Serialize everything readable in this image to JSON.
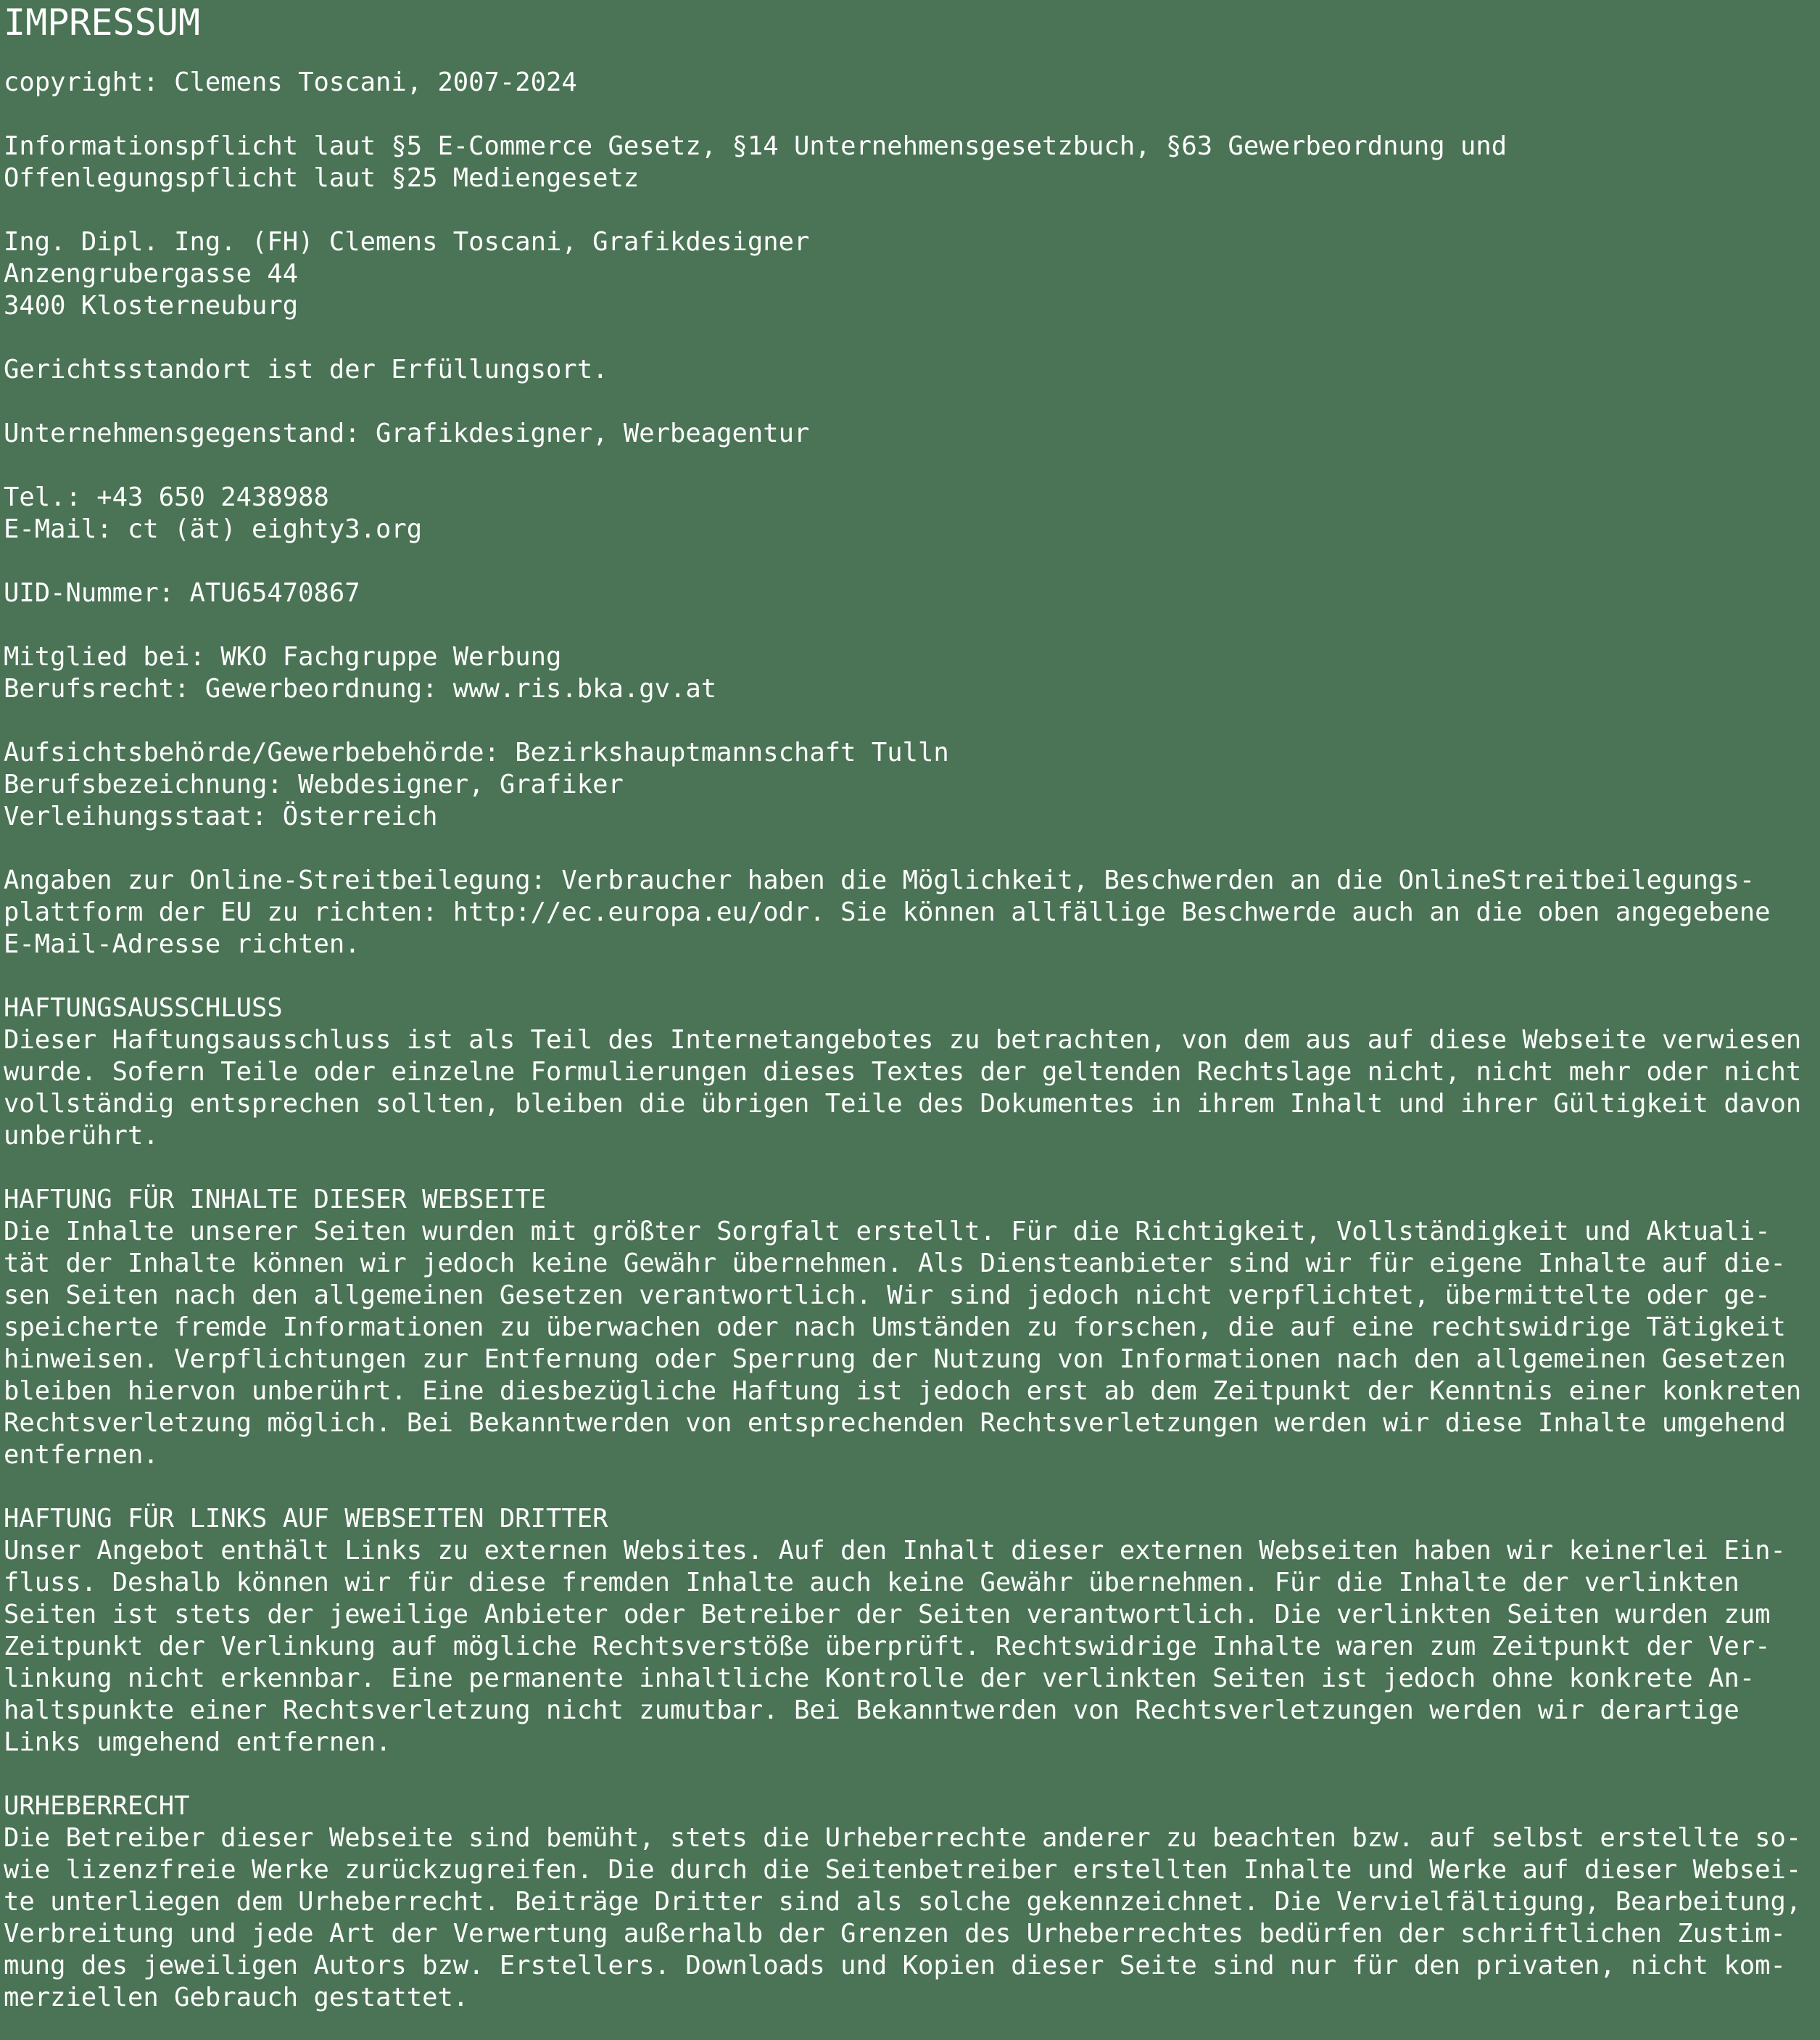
{
  "page": {
    "title": "IMPRESSUM",
    "background_color": "#4a7455",
    "text_color": "#ffffff"
  },
  "sections": [
    {
      "id": "copyright",
      "lines": [
        "copyright: Clemens Toscani, 2007-2024"
      ]
    },
    {
      "id": "legal-basis",
      "lines": [
        "Informationspflicht laut §5 E-Commerce Gesetz, §14 Unternehmensgesetzbuch, §63 Gewerbeordnung und",
        "Offenlegungspflicht laut §25 Mediengesetz"
      ]
    },
    {
      "id": "owner-address",
      "lines": [
        "Ing. Dipl. Ing. (FH) Clemens Toscani, Grafikdesigner",
        "Anzengrubergasse 44",
        "3400 Klosterneuburg"
      ]
    },
    {
      "id": "jurisdiction",
      "lines": [
        "Gerichtsstandort ist der Erfüllungsort."
      ]
    },
    {
      "id": "business-purpose",
      "lines": [
        "Unternehmensgegenstand: Grafikdesigner, Werbeagentur"
      ]
    },
    {
      "id": "contact",
      "lines": [
        "Tel.: +43 650 2438988",
        "E-Mail: ct (ät) eighty3.org"
      ]
    },
    {
      "id": "uid-number",
      "lines": [
        "UID-Nummer: ATU65470867"
      ]
    },
    {
      "id": "membership",
      "lines": [
        "Mitglied bei: WKO Fachgruppe Werbung",
        "Berufsrecht: Gewerbeordnung: www.ris.bka.gv.at"
      ]
    },
    {
      "id": "authority",
      "lines": [
        "Aufsichtsbehörde/Gewerbebehörde: Bezirkshauptmannschaft Tulln",
        "Berufsbezeichnung: Webdesigner, Grafiker",
        "Verleihungsstaat: Österreich"
      ]
    },
    {
      "id": "online-streitbeilegung",
      "lines": [
        "Angaben zur Online-Streitbeilegung: Verbraucher haben die Möglichkeit, Beschwerden an die OnlineStreitbeilegungs-",
        "plattform der EU zu richten: http://ec.europa.eu/odr. Sie können allfällige Beschwerde auch an die oben angegebene",
        "E-Mail-Adresse richten."
      ]
    },
    {
      "id": "haftungsausschluss",
      "lines": [
        "HAFTUNGSAUSSCHLUSS",
        "Dieser Haftungsausschluss ist als Teil des Internetangebotes zu betrachten, von dem aus auf diese Webseite verwiesen",
        "wurde. Sofern Teile oder einzelne Formulierungen dieses Textes der geltenden Rechtslage nicht, nicht mehr oder nicht",
        "vollständig entsprechen sollten, bleiben die übrigen Teile des Dokumentes in ihrem Inhalt und ihrer Gültigkeit davon",
        "unberührt."
      ]
    },
    {
      "id": "haftung-inhalte",
      "lines": [
        "HAFTUNG FÜR INHALTE DIESER WEBSEITE",
        "Die Inhalte unserer Seiten wurden mit größter Sorgfalt erstellt. Für die Richtigkeit, Vollständigkeit und Aktuali-",
        "tät der Inhalte können wir jedoch keine Gewähr übernehmen. Als Diensteanbieter sind wir für eigene Inhalte auf die-",
        "sen Seiten nach den allgemeinen Gesetzen verantwortlich. Wir sind jedoch nicht verpflichtet, übermittelte oder ge-",
        "speicherte fremde Informationen zu überwachen oder nach Umständen zu forschen, die auf eine rechtswidrige Tätigkeit",
        "hinweisen. Verpflichtungen zur Entfernung oder Sperrung der Nutzung von Informationen nach den allgemeinen Gesetzen",
        "bleiben hiervon unberührt. Eine diesbezügliche Haftung ist jedoch erst ab dem Zeitpunkt der Kenntnis einer konkreten",
        "Rechtsverletzung möglich. Bei Bekanntwerden von entsprechenden Rechtsverletzungen werden wir diese Inhalte umgehend",
        "entfernen."
      ]
    },
    {
      "id": "haftung-links",
      "lines": [
        "HAFTUNG FÜR LINKS AUF WEBSEITEN DRITTER",
        "Unser Angebot enthält Links zu externen Websites. Auf den Inhalt dieser externen Webseiten haben wir keinerlei Ein-",
        "fluss. Deshalb können wir für diese fremden Inhalte auch keine Gewähr übernehmen. Für die Inhalte der verlinkten",
        "Seiten ist stets der jeweilige Anbieter oder Betreiber der Seiten verantwortlich. Die verlinkten Seiten wurden zum",
        "Zeitpunkt der Verlinkung auf mögliche Rechtsverstöße überprüft. Rechtswidrige Inhalte waren zum Zeitpunkt der Ver-",
        "linkung nicht erkennbar. Eine permanente inhaltliche Kontrolle der verlinkten Seiten ist jedoch ohne konkrete An-",
        "haltspunkte einer Rechtsverletzung nicht zumutbar. Bei Bekanntwerden von Rechtsverletzungen werden wir derartige",
        "Links umgehend entfernen."
      ]
    },
    {
      "id": "urheberrecht",
      "lines": [
        "URHEBERRECHT",
        "Die Betreiber dieser Webseite sind bemüht, stets die Urheberrechte anderer zu beachten bzw. auf selbst erstellte so-",
        "wie lizenzfreie Werke zurückzugreifen. Die durch die Seitenbetreiber erstellten Inhalte und Werke auf dieser Websei-",
        "te unterliegen dem Urheberrecht. Beiträge Dritter sind als solche gekennzeichnet. Die Vervielfältigung, Bearbeitung,",
        "Verbreitung und jede Art der Verwertung außerhalb der Grenzen des Urheberrechtes bedürfen der schriftlichen Zustim-",
        "mung des jeweiligen Autors bzw. Erstellers. Downloads und Kopien dieser Seite sind nur für den privaten, nicht kom-",
        "merziellen Gebrauch gestattet."
      ]
    }
  ]
}
